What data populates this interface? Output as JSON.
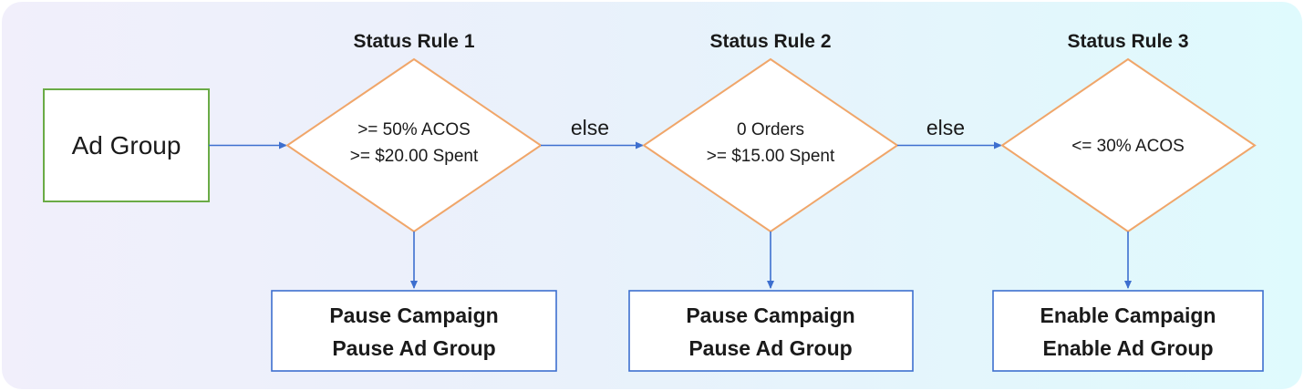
{
  "start": {
    "label": "Ad Group"
  },
  "rules": [
    {
      "title": "Status Rule 1",
      "conditions": [
        ">= 50% ACOS",
        ">= $20.00 Spent"
      ],
      "actions": [
        "Pause Campaign",
        "Pause Ad Group"
      ]
    },
    {
      "title": "Status Rule 2",
      "conditions": [
        "0 Orders",
        ">= $15.00 Spent"
      ],
      "actions": [
        "Pause Campaign",
        "Pause Ad Group"
      ]
    },
    {
      "title": "Status Rule 3",
      "conditions": [
        "<= 30% ACOS"
      ],
      "actions": [
        "Enable Campaign",
        "Enable Ad Group"
      ]
    }
  ],
  "connectors": {
    "else_label": "else"
  },
  "colors": {
    "start_border": "#6aab46",
    "diamond_border": "#f0a66a",
    "action_border": "#3d6fcf",
    "arrow": "#3d6fcf"
  }
}
